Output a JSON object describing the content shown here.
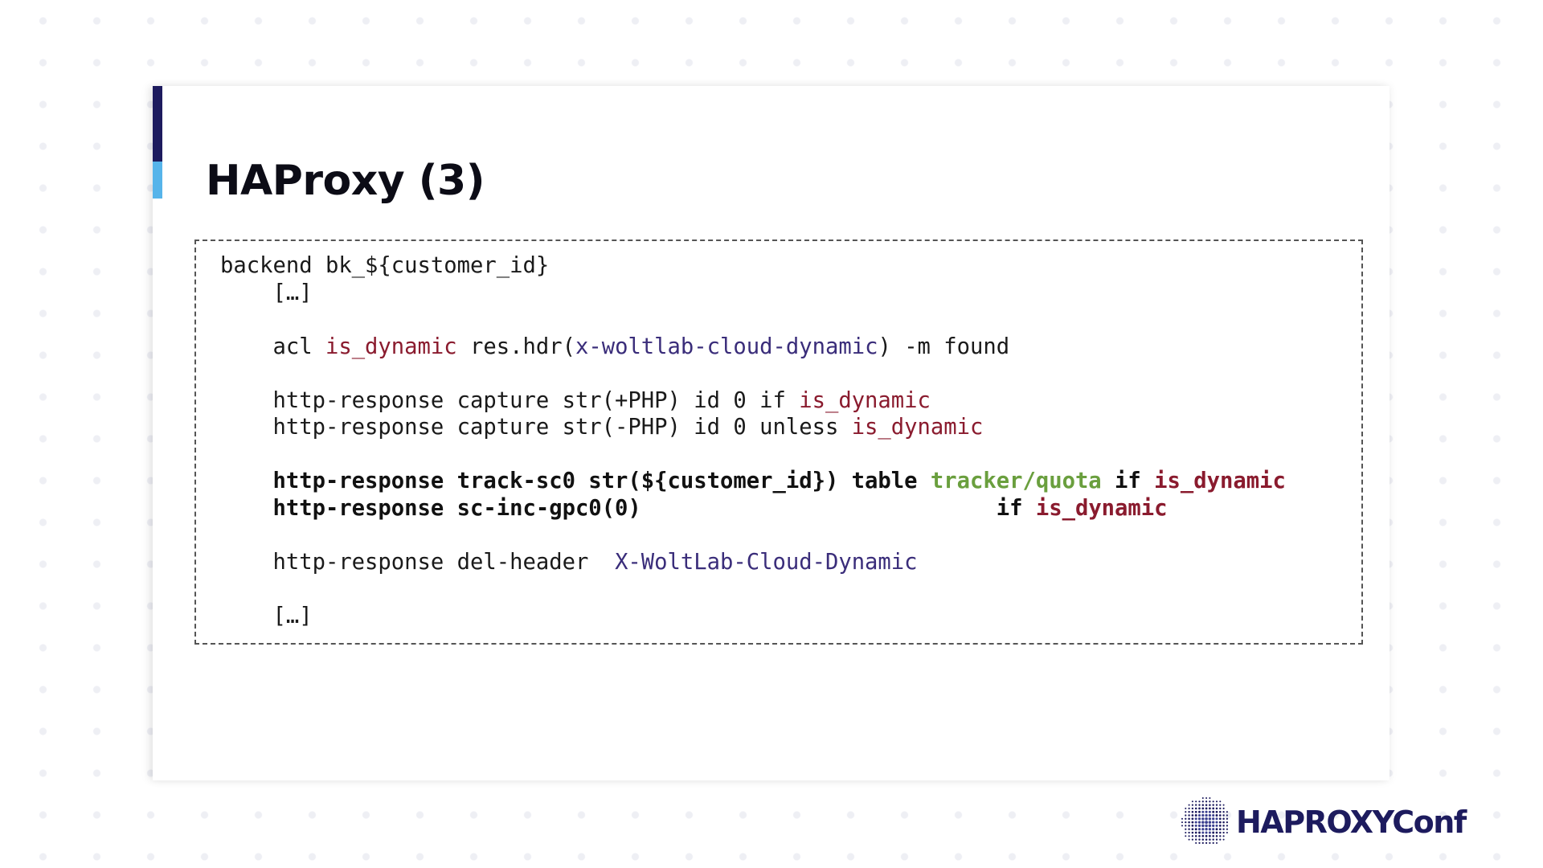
{
  "slide": {
    "title": "HAProxy (3)"
  },
  "code": {
    "lines": [
      [
        {
          "t": "backend bk_${customer_id}"
        }
      ],
      [
        {
          "t": "    […]"
        }
      ],
      [],
      [
        {
          "t": "    acl "
        },
        {
          "t": "is_dynamic",
          "c": "red"
        },
        {
          "t": " res.hdr("
        },
        {
          "t": "x-woltlab-cloud-dynamic",
          "c": "purple"
        },
        {
          "t": ") -m found"
        }
      ],
      [],
      [
        {
          "t": "    http-response capture str(+PHP) id 0 if "
        },
        {
          "t": "is_dynamic",
          "c": "red"
        }
      ],
      [
        {
          "t": "    http-response capture str(-PHP) id 0 unless "
        },
        {
          "t": "is_dynamic",
          "c": "red"
        }
      ],
      [],
      [
        {
          "t": "    http-response track-sc0 str(${customer_id}) table ",
          "b": true
        },
        {
          "t": "tracker/quota",
          "c": "green",
          "b": true
        },
        {
          "t": " if ",
          "b": true
        },
        {
          "t": "is_dynamic",
          "c": "red",
          "b": true
        }
      ],
      [
        {
          "t": "    http-response sc-inc-gpc0(0)                           if ",
          "b": true
        },
        {
          "t": "is_dynamic",
          "c": "red",
          "b": true
        }
      ],
      [],
      [
        {
          "t": "    http-response del-header  "
        },
        {
          "t": "X-WoltLab-Cloud-Dynamic",
          "c": "purple"
        }
      ],
      [],
      [
        {
          "t": "    […]"
        }
      ]
    ]
  },
  "logo": {
    "text": "HAPROXYConf",
    "icon": "haproxy-globe-icon"
  },
  "colors": {
    "accent_dark": "#1d1b5e",
    "accent_light": "#56b4ea",
    "keyword_red": "#8a1b2e",
    "string_purple": "#3a2d7a",
    "table_green": "#6a9f3e"
  }
}
